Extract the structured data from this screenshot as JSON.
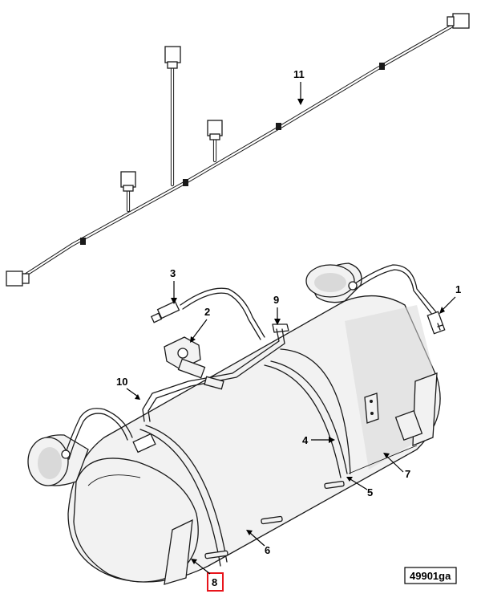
{
  "callouts": [
    {
      "id": "1",
      "label": "1"
    },
    {
      "id": "2",
      "label": "2"
    },
    {
      "id": "3",
      "label": "3"
    },
    {
      "id": "4",
      "label": "4"
    },
    {
      "id": "5",
      "label": "5"
    },
    {
      "id": "6",
      "label": "6"
    },
    {
      "id": "7",
      "label": "7"
    },
    {
      "id": "8",
      "label": "8",
      "highlighted": true
    },
    {
      "id": "9",
      "label": "9"
    },
    {
      "id": "10",
      "label": "10"
    },
    {
      "id": "11",
      "label": "11"
    }
  ],
  "figure_id": "49901ga",
  "colors": {
    "line": "#1a1a1a",
    "highlight": "#e8141b",
    "background": "#ffffff"
  }
}
